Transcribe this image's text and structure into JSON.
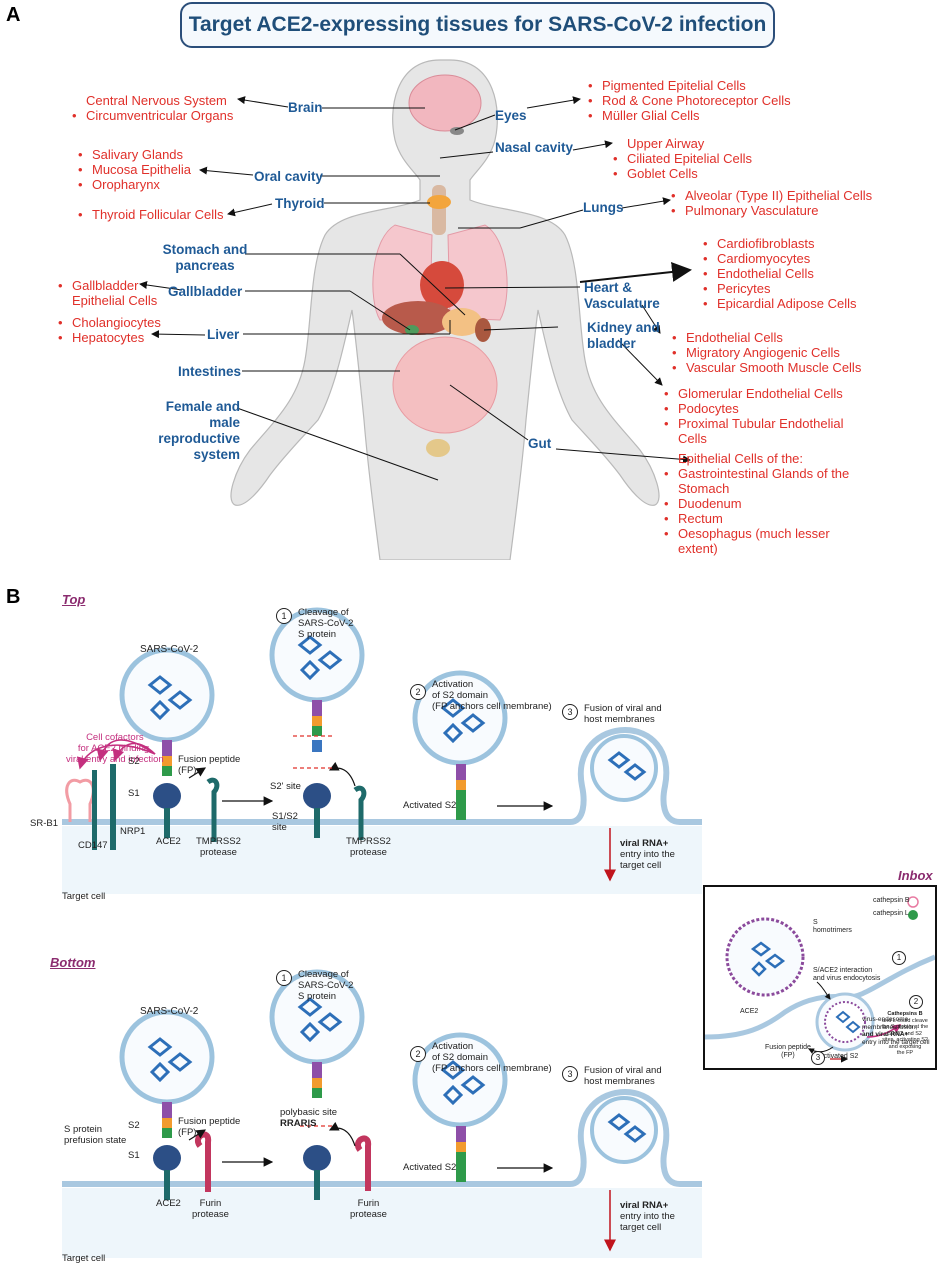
{
  "panel_a": {
    "letter": "A",
    "title": "Target ACE2-expressing tissues for SARS-CoV-2 infection",
    "organs": {
      "brain": "Brain",
      "eyes": "Eyes",
      "nasal": "Nasal cavity",
      "oral": "Oral cavity",
      "thyroid": "Thyroid",
      "lungs": "Lungs",
      "stomach": "Stomach and pancreas",
      "gallbladder": "Gallbladder",
      "heart": "Heart & Vasculature",
      "liver": "Liver",
      "kidney": "Kidney and bladder",
      "intestines": "Intestines",
      "reproductive": "Female and male reproductive system",
      "gut": "Gut"
    },
    "cells": {
      "brain": [
        "Central Nervous System",
        "Circumventricular Organs"
      ],
      "eyes": [
        "Pigmented Epitelial Cells",
        "Rod & Cone Photoreceptor Cells",
        "Müller Glial Cells"
      ],
      "nasal": [
        "Upper Airway",
        "Ciliated Epitelial Cells",
        "Goblet Cells"
      ],
      "oral": [
        "Salivary Glands",
        "Mucosa Epithelia",
        "Oropharynx"
      ],
      "thyroid": [
        "Thyroid Follicular Cells"
      ],
      "lungs": [
        "Alveolar (Type II) Epithelial Cells",
        "Pulmonary Vasculature"
      ],
      "heart": [
        "Cardiofibroblasts",
        "Cardiomyocytes",
        "Endothelial Cells",
        "Pericytes",
        "Epicardial Adipose Cells"
      ],
      "gallbladder": [
        "Gallbladder",
        "Epithelial Cells"
      ],
      "liver": [
        "Cholangiocytes",
        "Hepatocytes"
      ],
      "vasculature": [
        "Endothelial Cells",
        "Migratory Angiogenic Cells",
        "Vascular Smooth Muscle Cells"
      ],
      "kidney": [
        "Glomerular Endothelial Cells",
        "Podocytes",
        "Proximal Tubular Endothelial",
        "Cells"
      ],
      "gut_intro": "Epithelial Cells of the:",
      "gut": [
        "Gastrointestinal Glands of the",
        "Stomach",
        "Duodenum",
        "Rectum",
        "Oesophagus (much lesser",
        "extent)"
      ]
    }
  },
  "panel_b": {
    "letter": "B",
    "top_label": "Top",
    "bottom_label": "Bottom",
    "inbox_label": "Inbox",
    "sars": "SARS-CoV-2",
    "step1": [
      "Cleavage of",
      "SARS-CoV-2",
      "S protein"
    ],
    "step2": [
      "Activation",
      "of S2 domain",
      "(FP anchors cell membrane)"
    ],
    "step3": [
      "Fusion of viral and",
      "host membranes"
    ],
    "n1": "1",
    "n2": "2",
    "n3": "3",
    "cofactors": [
      "Cell cofactors",
      "for ACE2 binding,",
      "viral entry and infection"
    ],
    "s2": "S2",
    "s1": "S1",
    "fp": [
      "Fusion peptide",
      "(FP)"
    ],
    "s2prime": "S2' site",
    "s1s2": [
      "S1/S2",
      "site"
    ],
    "activated_s2": "Activated S2",
    "srb1": "SR-B1",
    "cd147": "CD147",
    "nrp1": "NRP1",
    "ace2": "ACE2",
    "tmprss2": [
      "TMPRSS2",
      "protease"
    ],
    "viral_rna": "viral RNA+",
    "entry": [
      "entry into the",
      "target cell"
    ],
    "target_cell": "Target cell",
    "prefusion": [
      "S protein",
      "prefusion state"
    ],
    "polybasic": [
      "polybasic site",
      "RRAR|S"
    ],
    "furin": [
      "Furin",
      "protease"
    ],
    "inbox": {
      "cathepsin_b": "cathepsin B",
      "cathepsin_l": "cathepsin L",
      "s_homo": [
        "S",
        "homotrimers"
      ],
      "step1": [
        "S/ACE2 interaction",
        "and virus endocytosis"
      ],
      "step2": [
        "Cathepsins B",
        "and L could cleave",
        "the S protein at the",
        "S1/S2 and S2",
        "sites, activating S2",
        "and exposing",
        "the FP"
      ],
      "ace2": "ACE2",
      "fp": [
        "Fusion peptide",
        "(FP)"
      ],
      "activated": "Activated S2",
      "step3": [
        "virus-endosome",
        "membranes fusion,",
        "and viral RNA+",
        "entry into the target cell"
      ]
    }
  },
  "colors": {
    "organ_blue": "#1f5a96",
    "cell_red": "#e0302a",
    "title_border": "#2b4e7a",
    "magenta": "#c4307f"
  }
}
